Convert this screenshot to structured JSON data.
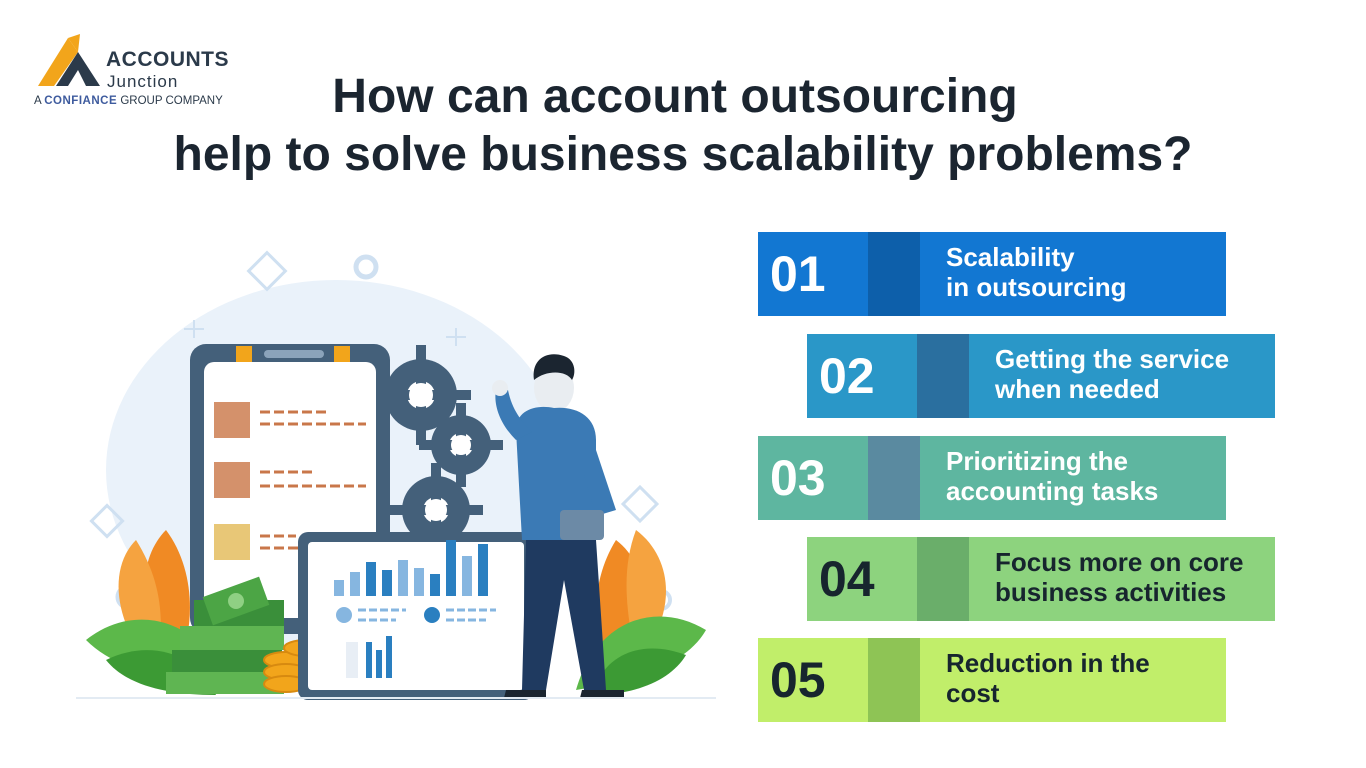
{
  "logo": {
    "name_line1": "ACCOUNTS",
    "name_line2": "Junction",
    "tagline_prefix": "A",
    "tagline_brand": "CONFIANCE",
    "tagline_suffix": "GROUP COMPANY"
  },
  "title": {
    "line1": "How can account outsourcing",
    "line2": "help to solve business scalability problems?"
  },
  "steps": [
    {
      "number": "01",
      "line1": "Scalability",
      "line2": "in outsourcing",
      "color": "#1277d2",
      "fold_color": "#0d5faa",
      "number_color": "#ffffff",
      "label_color": "#ffffff"
    },
    {
      "number": "02",
      "line1": "Getting the service",
      "line2": "when needed",
      "color": "#2a97c8",
      "fold_color": "#2a6f9f",
      "number_color": "#ffffff",
      "label_color": "#ffffff"
    },
    {
      "number": "03",
      "line1": "Prioritizing the",
      "line2": "accounting tasks",
      "color": "#5eb6a0",
      "fold_color": "#5a8aa0",
      "number_color": "#ffffff",
      "label_color": "#ffffff"
    },
    {
      "number": "04",
      "line1": "Focus more on core",
      "line2": "business activities",
      "color": "#8dd37e",
      "fold_color": "#6aae6a",
      "number_color": "#17252e",
      "label_color": "#17252e"
    },
    {
      "number": "05",
      "line1": "Reduction in the",
      "line2": "cost",
      "color": "#c1ee6a",
      "fold_color": "#8ec455",
      "number_color": "#17252e",
      "label_color": "#17252e"
    }
  ],
  "colors": {
    "title_text": "#1b2530",
    "logo_text": "#2b3a4a",
    "logo_accent": "#f2a51b"
  },
  "illustration": {
    "icon": "business-outsourcing-illustration"
  }
}
